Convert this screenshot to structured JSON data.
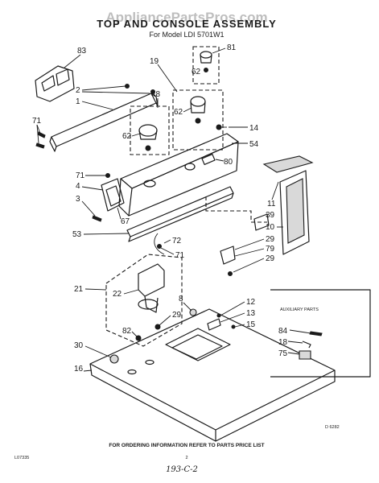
{
  "header": {
    "watermark": "AppliancePartsPros.com",
    "title": "TOP AND CONSOLE ASSEMBLY",
    "model_line": "For Model  LDI 5701W1"
  },
  "callouts": {
    "n1": "1",
    "n2": "2",
    "n3": "3",
    "n4": "4",
    "n8": "8",
    "n10": "10",
    "n11": "11",
    "n12": "12",
    "n13": "13",
    "n14": "14",
    "n15": "15",
    "n16": "16",
    "n19": "19",
    "n21": "21",
    "n22": "22",
    "n29a": "29",
    "n29b": "29",
    "n29c": "29",
    "n30": "30",
    "n39": "39",
    "n48": "48",
    "n53": "53",
    "n54": "54",
    "n62a": "62",
    "n62b": "62",
    "n62c": "62",
    "n67": "67",
    "n71a": "71",
    "n71b": "71",
    "n71c": "71",
    "n72": "72",
    "n79": "79",
    "n80": "80",
    "n81": "81",
    "n82": "82",
    "n83": "83"
  },
  "auxiliary": {
    "heading": "AUXILIARY PARTS",
    "n84": "84",
    "n18": "18",
    "n75": "75"
  },
  "footer": {
    "diagram_code": "D 6282",
    "ordering_note": "FOR ORDERING INFORMATION REFER TO PARTS PRICE LIST",
    "left_code": "L07335",
    "page_number": "2",
    "handwritten": "193-C-2"
  }
}
